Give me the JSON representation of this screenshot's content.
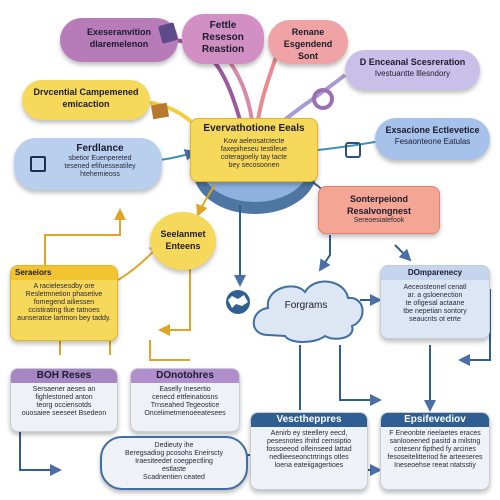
{
  "colors": {
    "purple": "#9b5a9f",
    "pink": "#e98a8f",
    "lavender": "#a79ad6",
    "yellow": "#f2cd3e",
    "blue": "#8fb1e0",
    "salmon": "#f08a7a",
    "navy": "#2f5e93",
    "teal": "#3d8fb8"
  },
  "nodes": {
    "top_left": {
      "title": "Exeseranvition dlaremelenon"
    },
    "top_mid": {
      "title": "Fettle Reseson Reastion"
    },
    "top_right": {
      "title": "Renane Esgendend Sont"
    },
    "right_top": {
      "title": "D Enceanal Scesreration",
      "subtitle": "Ivestuantte lllesndory"
    },
    "left_yellow": {
      "title": "Drvcential Campemened emicaction"
    },
    "right_blue": {
      "title": "Exsacione Ectlevetice",
      "subtitle": "Fesaonteone Eatulas"
    },
    "center": {
      "title": "Evervathotione Eeals",
      "body": [
        "Kow aeleosatctecte",
        "faxepiheseu testifeue",
        "coteragoeliy tay tacte",
        "bey secosoonen"
      ]
    },
    "left_blue": {
      "title": "Ferdlance",
      "body": [
        "sbetior Euenpereted",
        "tesened efifuesseatiley",
        "htehemieoss"
      ]
    },
    "right_salmon": {
      "title": "Sonterpeiond",
      "subtitle": "Resalvongnest",
      "body": [
        "Sereoesiatefook"
      ]
    },
    "mid_circle": {
      "title": "Seelanmet Enteens"
    },
    "left_card": {
      "header": "Seraeiors",
      "body": [
        "A racielesesdby ore",
        "Resletmnetion phasetive",
        "fomegend ailiessen",
        "ccistirating tlue tatnoes",
        "aunseratce lartmon bey taddy."
      ]
    },
    "cloud": {
      "title": "Forgrams"
    },
    "right_card": {
      "header": "DOmparenecy",
      "body": [
        "Aeceosteonel cenatl",
        "ar. a gsloenection",
        "te ofigesal actaane",
        "tbe nepetian sontory",
        "seaucnts ot etrte"
      ]
    },
    "bottom_left1": {
      "header": "BOH Reses",
      "body": [
        "Sersaener aeses an",
        "fighlestoned anton",
        "teorg occiensotds",
        "ouosaiee seeseet Bsedeon"
      ]
    },
    "bottom_left2": {
      "header": "DOnotohres",
      "body": [
        "Easelly Inesertio",
        "cenecd ettfeinatiosns",
        "Trnseahed Tegeostice",
        "Oncelimetmenoeeatesees"
      ]
    },
    "bottom_mid": {
      "header": "Vesctheppres",
      "body": [
        "Aenirb ey steellery eecd,",
        "pesesnotes ifnitd cemsiptio",
        "fossoeeod olfeinseed lattad",
        "nedlieeseonctrtrings otles",
        "loena eateiigagertioes"
      ]
    },
    "bottom_right": {
      "header": "Epsifevediov",
      "body": [
        "F Eneonbte rieelaetes eraces",
        "sanlooeened pasitd a milstng",
        "cotesenr fipthed fy arcines",
        "fesoseitelitteriod fie arteeseres",
        "Ineseoehse reeat ntatsstiy"
      ]
    },
    "bottom_pill": {
      "body": [
        "Dedieuty ihe",
        "Beregsadiog pcosohs Eneirscty",
        "Iraesiteedet coegpectling",
        "estlaste",
        "Scadnentien ceated"
      ]
    }
  }
}
